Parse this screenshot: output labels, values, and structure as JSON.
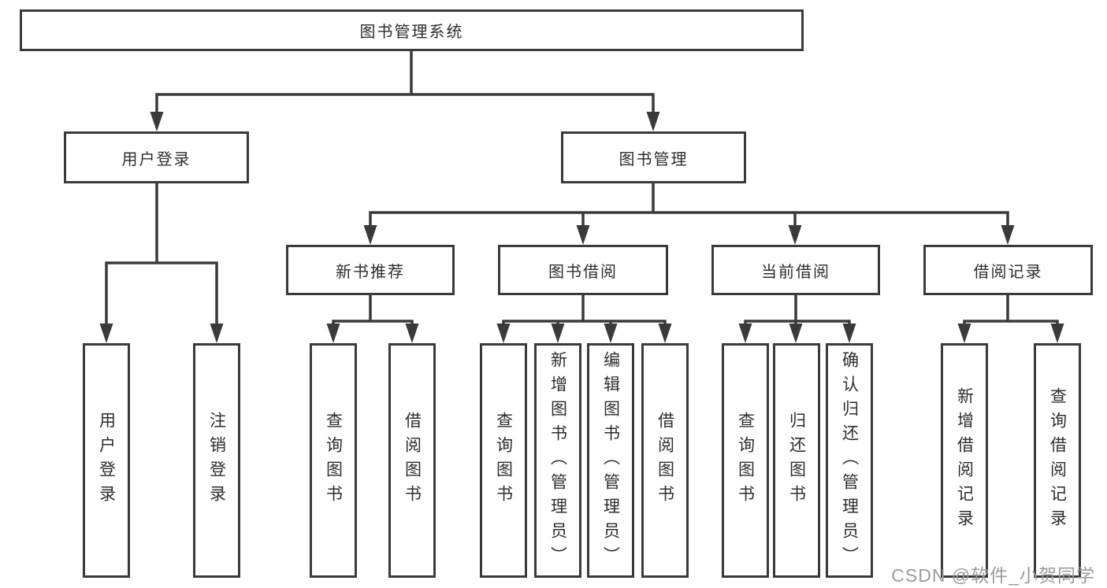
{
  "diagram": {
    "root": {
      "label": "图书管理系统"
    },
    "level2": [
      {
        "label": "用户登录"
      },
      {
        "label": "图书管理"
      }
    ],
    "level3": [
      {
        "label": "新书推荐",
        "parent": "图书管理"
      },
      {
        "label": "图书借阅",
        "parent": "图书管理"
      },
      {
        "label": "当前借阅",
        "parent": "图书管理"
      },
      {
        "label": "借阅记录",
        "parent": "图书管理"
      }
    ],
    "leaves": [
      {
        "label": "用户登录",
        "parent": "用户登录"
      },
      {
        "label": "注销登录",
        "parent": "用户登录"
      },
      {
        "label": "查询图书",
        "parent": "新书推荐"
      },
      {
        "label": "借阅图书",
        "parent": "新书推荐"
      },
      {
        "label": "查询图书",
        "parent": "图书借阅"
      },
      {
        "label": "新增图书（管理员）",
        "parent": "图书借阅"
      },
      {
        "label": "编辑图书（管理员）",
        "parent": "图书借阅"
      },
      {
        "label": "借阅图书",
        "parent": "图书借阅"
      },
      {
        "label": "查询图书",
        "parent": "当前借阅"
      },
      {
        "label": "归还图书",
        "parent": "当前借阅"
      },
      {
        "label": "确认归还（管理员）",
        "parent": "当前借阅"
      },
      {
        "label": "新增借阅记录",
        "parent": "借阅记录"
      },
      {
        "label": "查询借阅记录",
        "parent": "借阅记录"
      }
    ],
    "colors": {
      "line": "#3a3a3a",
      "box_border": "#3a3a3a",
      "text": "#2d2d2d",
      "background": "#ffffff",
      "watermark": "#9b9b9b"
    }
  },
  "watermark": {
    "text": "CSDN @软件_小贺同学"
  }
}
